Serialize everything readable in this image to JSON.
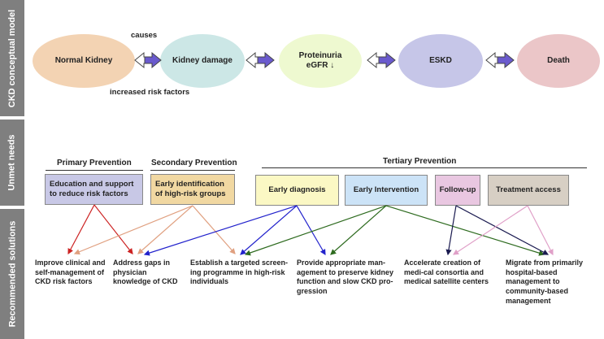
{
  "sidebar": {
    "model": "CKD conceptual model",
    "needs": "Unmet needs",
    "solutions": "Recommended solutions"
  },
  "model": {
    "normal_kidney": "Normal Kidney",
    "kidney_damage": "Kidney damage",
    "proteinuria": "Proteinuria",
    "egfr": "eGFR ↓",
    "eskd": "ESKD",
    "death": "Death",
    "causes": "causes",
    "risk_factors": "increased risk factors"
  },
  "prevention": {
    "primary": "Primary Prevention",
    "secondary": "Secondary Prevention",
    "tertiary": "Tertiary Prevention"
  },
  "needs": {
    "education": "Education and support to reduce risk factors",
    "early_identification": "Early identification of high-risk groups",
    "early_diagnosis": "Early diagnosis",
    "early_intervention": "Early Intervention",
    "follow_up": "Follow-up",
    "treatment_access": "Treatment access"
  },
  "solutions": {
    "improve": "Improve clinical and self-management of CKD risk factors",
    "address": "Address gaps in physician knowledge of CKD",
    "establish": "Establish a targeted screen-ing programme in high-risk individuals",
    "provide": "Provide appropriate man-agement to preserve kidney function and slow CKD pro-gression",
    "accelerate": "Accelerate creation of medi-cal consortia and medical satellite centers",
    "migrate": "Migrate from primarily hospital-based management to community-based management"
  },
  "colors": {
    "normal_kidney": "#f3d3b3",
    "kidney_damage": "#cce7e6",
    "proteinuria": "#eef9d0",
    "eskd": "#c6c6e8",
    "death": "#ebc6c8",
    "education": "#c8c8e6",
    "early_identification": "#f1d8a2",
    "early_diagnosis": "#fbf8c4",
    "early_intervention": "#cce3f7",
    "follow_up": "#e9c7e1",
    "treatment_access": "#d7cfc4",
    "arrow_fill": "#6a5acd"
  }
}
